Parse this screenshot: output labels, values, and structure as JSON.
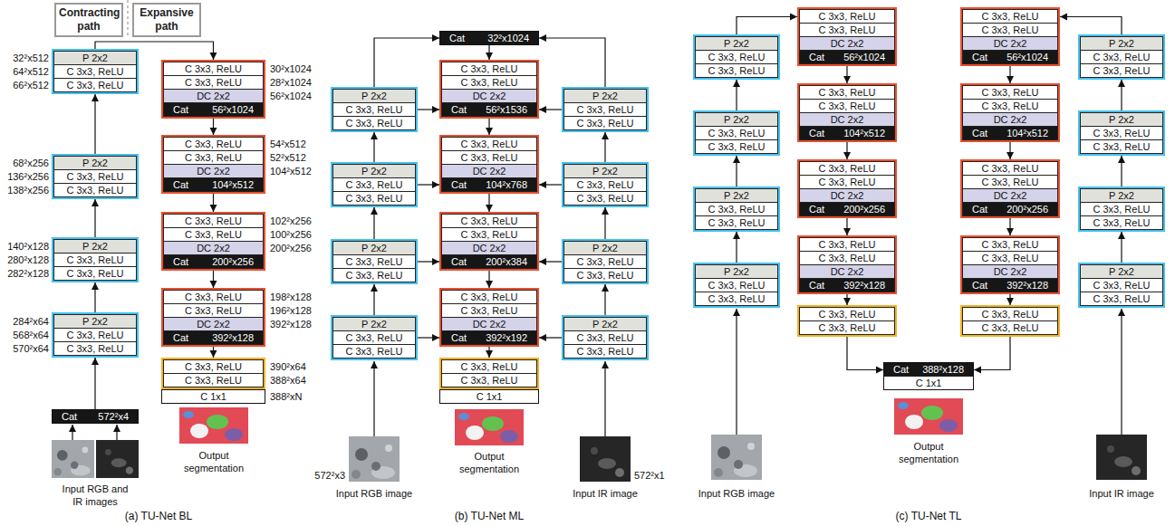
{
  "diagram": {
    "nodes": [
      {
        "text": [
          "Contracting path"
        ]
      },
      {
        "text": [
          "Expansive path"
        ]
      },
      {
        "text": [
          "P 2x2",
          "C 3x3, ReLU",
          "C 3x3, ReLU"
        ]
      },
      {
        "text": [
          "P 2x2",
          "C 3x3, ReLU",
          "C 3x3, ReLU"
        ]
      },
      {
        "text": [
          "P 2x2",
          "C 3x3, ReLU",
          "C 3x3, ReLU"
        ]
      },
      {
        "text": [
          "P 2x2",
          "C 3x3, ReLU",
          "C 3x3, ReLU"
        ]
      },
      {
        "text": [
          "Cat",
          "572²x4"
        ]
      },
      {
        "text": [
          "C 3x3, ReLU",
          "C 3x3, ReLU",
          "DC 2x2",
          "Cat",
          "56²x1024"
        ]
      },
      {
        "text": [
          "C 3x3, ReLU",
          "C 3x3, ReLU",
          "DC 2x2",
          "Cat",
          "104²x512"
        ]
      },
      {
        "text": [
          "C 3x3, ReLU",
          "C 3x3, ReLU",
          "DC 2x2",
          "Cat",
          "200²x256"
        ]
      },
      {
        "text": [
          "C 3x3, ReLU",
          "C 3x3, ReLU",
          "DC 2x2",
          "Cat",
          "392²x128"
        ]
      },
      {
        "text": [
          "C 3x3, ReLU",
          "C 3x3, ReLU"
        ]
      },
      {
        "text": [
          "C 1x1"
        ]
      },
      {
        "text": [
          "Cat",
          "32²x1024"
        ]
      },
      {
        "text": [
          "P 2x2",
          "C 3x3, ReLU",
          "C 3x3, ReLU"
        ]
      },
      {
        "text": [
          "C 3x3, ReLU",
          "C 3x3, ReLU",
          "DC 2x2",
          "Cat",
          "56²x1536"
        ]
      },
      {
        "text": [
          "P 2x2",
          "C 3x3, ReLU",
          "C 3x3, ReLU"
        ]
      },
      {
        "text": [
          "P 2x2",
          "C 3x3, ReLU",
          "C 3x3, ReLU"
        ]
      },
      {
        "text": [
          "C 3x3, ReLU",
          "C 3x3, ReLU",
          "DC 2x2",
          "Cat",
          "104²x768"
        ]
      },
      {
        "text": [
          "P 2x2",
          "C 3x3, ReLU",
          "C 3x3, ReLU"
        ]
      },
      {
        "text": [
          "P 2x2",
          "C 3x3, ReLU",
          "C 3x3, ReLU"
        ]
      },
      {
        "text": [
          "C 3x3, ReLU",
          "C 3x3, ReLU",
          "DC 2x2",
          "Cat",
          "200²x384"
        ]
      },
      {
        "text": [
          "P 2x2",
          "C 3x3, ReLU",
          "C 3x3, ReLU"
        ]
      },
      {
        "text": [
          "P 2x2",
          "C 3x3, ReLU",
          "C 3x3, ReLU"
        ]
      },
      {
        "text": [
          "C 3x3, ReLU",
          "C 3x3, ReLU",
          "DC 2x2",
          "Cat",
          "392²x192"
        ]
      },
      {
        "text": [
          "P 2x2",
          "C 3x3, ReLU",
          "C 3x3, ReLU"
        ]
      },
      {
        "text": [
          "C 3x3, ReLU",
          "C 3x3, ReLU"
        ]
      },
      {
        "text": [
          "C 1x1"
        ]
      },
      {
        "text": [
          "C 3x3, ReLU",
          "C 3x3, ReLU",
          "DC 2x2",
          "Cat",
          "56²x1024"
        ]
      },
      {
        "text": [
          "C 3x3, ReLU",
          "C 3x3, ReLU",
          "DC 2x2",
          "Cat",
          "56²x1024"
        ]
      },
      {
        "text": [
          "P 2x2",
          "C 3x3, ReLU",
          "C 3x3, ReLU"
        ]
      },
      {
        "text": [
          "P 2x2",
          "C 3x3, ReLU",
          "C 3x3, ReLU"
        ]
      },
      {
        "text": [
          "C 3x3, ReLU",
          "C 3x3, ReLU",
          "DC 2x2",
          "Cat",
          "104²x512"
        ]
      },
      {
        "text": [
          "C 3x3, ReLU",
          "C 3x3, ReLU",
          "DC 2x2",
          "Cat",
          "104²x512"
        ]
      },
      {
        "text": [
          "P 2x2",
          "C 3x3, ReLU",
          "C 3x3, ReLU"
        ]
      },
      {
        "text": [
          "P 2x2",
          "C 3x3, ReLU",
          "C 3x3, ReLU"
        ]
      },
      {
        "text": [
          "C 3x3, ReLU",
          "C 3x3, ReLU",
          "DC 2x2",
          "Cat",
          "200²x256"
        ]
      },
      {
        "text": [
          "C 3x3, ReLU",
          "C 3x3, ReLU",
          "DC 2x2",
          "Cat",
          "200²x256"
        ]
      },
      {
        "text": [
          "P 2x2",
          "C 3x3, ReLU",
          "C 3x3, ReLU"
        ]
      },
      {
        "text": [
          "P 2x2",
          "C 3x3, ReLU",
          "C 3x3, ReLU"
        ]
      },
      {
        "text": [
          "C 3x3, ReLU",
          "C 3x3, ReLU",
          "DC 2x2",
          "Cat",
          "392²x128"
        ]
      },
      {
        "text": [
          "C 3x3, ReLU",
          "C 3x3, ReLU",
          "DC 2x2",
          "Cat",
          "392²x128"
        ]
      },
      {
        "text": [
          "P 2x2",
          "C 3x3, ReLU",
          "C 3x3, ReLU"
        ]
      },
      {
        "text": [
          "P 2x2",
          "C 3x3, ReLU",
          "C 3x3, ReLU"
        ]
      },
      {
        "text": [
          "C 3x3, ReLU",
          "C 3x3, ReLU"
        ]
      },
      {
        "text": [
          "C 3x3, ReLU",
          "C 3x3, ReLU"
        ]
      },
      {
        "text": [
          "Cat",
          "388²x128",
          "C 1x1"
        ]
      }
    ],
    "edges": [
      {
        "from": 6,
        "to": 5,
        "arrow": "to"
      },
      {
        "from": 5,
        "to": 4,
        "arrow": "to"
      },
      {
        "from": 4,
        "to": 3,
        "arrow": "to"
      },
      {
        "from": 3,
        "to": 2,
        "arrow": "to"
      },
      {
        "from": 2,
        "to": 7,
        "arrow": "to"
      },
      {
        "from": 7,
        "to": 8,
        "arrow": "to"
      },
      {
        "from": 8,
        "to": 9,
        "arrow": "to"
      },
      {
        "from": 9,
        "to": 10,
        "arrow": "to"
      },
      {
        "from": 10,
        "to": 11,
        "arrow": "to"
      },
      {
        "from": 23,
        "to": 20,
        "arrow": "to"
      },
      {
        "from": 20,
        "to": 17,
        "arrow": "to"
      },
      {
        "from": 17,
        "to": 14,
        "arrow": "to"
      },
      {
        "from": 14,
        "to": 13,
        "arrow": "to"
      },
      {
        "from": 25,
        "to": 22,
        "arrow": "to"
      },
      {
        "from": 22,
        "to": 19,
        "arrow": "to"
      },
      {
        "from": 19,
        "to": 16,
        "arrow": "to"
      },
      {
        "from": 16,
        "to": 13,
        "arrow": "to"
      },
      {
        "from": 13,
        "to": 15,
        "arrow": "to"
      },
      {
        "from": 14,
        "to": 15,
        "arrow": "to"
      },
      {
        "from": 16,
        "to": 15,
        "arrow": "to"
      },
      {
        "from": 17,
        "to": 18,
        "arrow": "to"
      },
      {
        "from": 19,
        "to": 18,
        "arrow": "to"
      },
      {
        "from": 20,
        "to": 21,
        "arrow": "to"
      },
      {
        "from": 22,
        "to": 21,
        "arrow": "to"
      },
      {
        "from": 23,
        "to": 24,
        "arrow": "to"
      },
      {
        "from": 25,
        "to": 24,
        "arrow": "to"
      },
      {
        "from": 15,
        "to": 18,
        "arrow": "to"
      },
      {
        "from": 18,
        "to": 21,
        "arrow": "to"
      },
      {
        "from": 21,
        "to": 24,
        "arrow": "to"
      },
      {
        "from": 24,
        "to": 26,
        "arrow": "to"
      },
      {
        "from": 42,
        "to": 38,
        "arrow": "to"
      },
      {
        "from": 38,
        "to": 34,
        "arrow": "to"
      },
      {
        "from": 34,
        "to": 30,
        "arrow": "to"
      },
      {
        "from": 30,
        "to": 28,
        "arrow": "to"
      },
      {
        "from": 28,
        "to": 32,
        "arrow": "to"
      },
      {
        "from": 32,
        "to": 36,
        "arrow": "to"
      },
      {
        "from": 36,
        "to": 40,
        "arrow": "to"
      },
      {
        "from": 40,
        "to": 44,
        "arrow": "to"
      },
      {
        "from": 44,
        "to": 46,
        "arrow": "to"
      },
      {
        "from": 43,
        "to": 39,
        "arrow": "to"
      },
      {
        "from": 39,
        "to": 35,
        "arrow": "to"
      },
      {
        "from": 35,
        "to": 31,
        "arrow": "to"
      },
      {
        "from": 31,
        "to": 29,
        "arrow": "to"
      },
      {
        "from": 29,
        "to": 33,
        "arrow": "to"
      },
      {
        "from": 33,
        "to": 37,
        "arrow": "to"
      },
      {
        "from": 37,
        "to": 41,
        "arrow": "to"
      },
      {
        "from": 41,
        "to": 45,
        "arrow": "to"
      },
      {
        "from": 45,
        "to": 46,
        "arrow": "to"
      }
    ],
    "labels": [
      "32²x512",
      "64²x512",
      "66²x512",
      "68²x256",
      "136²x256",
      "138²x256",
      "140²x128",
      "280²x128",
      "282²x128",
      "284²x64",
      "568²x64",
      "570²x64",
      "30²x1024",
      "28²x1024",
      "56²x1024",
      "54²x512",
      "52²x512",
      "104²x512",
      "102²x256",
      "100²x256",
      "200²x256",
      "198²x128",
      "196²x128",
      "392²x128",
      "390²x64",
      "388²x64",
      "388²xN",
      "Input RGB and IR images",
      "Output segmentation",
      "(a) TU-Net BL",
      "572²x3",
      "Input RGB image",
      "Output segmentation",
      "572²x1",
      "Input IR image",
      "(b) TU-Net ML",
      "Input RGB image",
      "Output segmentation",
      "Input IR image",
      "(c) TU-Net TL"
    ]
  }
}
